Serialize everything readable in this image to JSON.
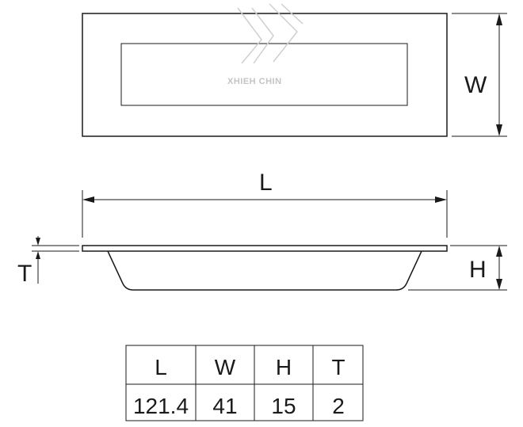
{
  "watermark": {
    "text": "XHIEH CHIN"
  },
  "dimension_labels": {
    "width": "W",
    "length": "L",
    "thickness": "T",
    "height": "H"
  },
  "spec_table": {
    "headers": [
      "L",
      "W",
      "H",
      "T"
    ],
    "values": [
      "121.4",
      "41",
      "15",
      "2"
    ]
  }
}
